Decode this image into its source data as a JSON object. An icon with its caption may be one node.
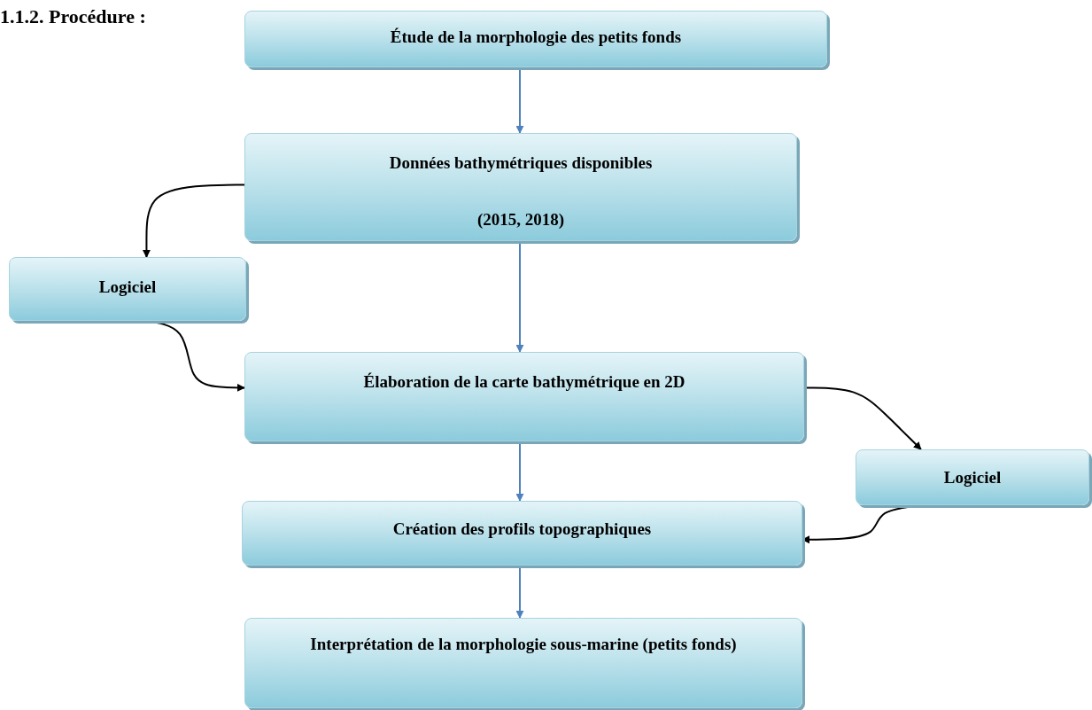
{
  "diagram": {
    "title": "1.1.2. Procédure :",
    "nodes": [
      {
        "text": [
          "Étude de la morphologie des petits fonds"
        ]
      },
      {
        "text": [
          "Données bathymétriques disponibles",
          "(2015, 2018)"
        ]
      },
      {
        "text": [
          "Logiciel"
        ]
      },
      {
        "text": [
          "Élaboration de la carte bathymétrique en 2D"
        ]
      },
      {
        "text": [
          "Logiciel"
        ]
      },
      {
        "text": [
          "Création des profils topographiques"
        ]
      },
      {
        "text": [
          "Interprétation de la morphologie sous-marine (petits fonds)"
        ]
      }
    ],
    "edges": [
      {
        "from": 0,
        "to": 1,
        "arrow": "to"
      },
      {
        "from": 1,
        "to": 2,
        "arrow": "to",
        "color": "#000000"
      },
      {
        "from": 1,
        "to": 3,
        "arrow": "to"
      },
      {
        "from": 2,
        "to": 3,
        "arrow": "to",
        "color": "#000000"
      },
      {
        "from": 3,
        "to": 4,
        "arrow": "to",
        "color": "#000000"
      },
      {
        "from": 3,
        "to": 5,
        "arrow": "to"
      },
      {
        "from": 4,
        "to": 5,
        "arrow": "to",
        "color": "#000000"
      },
      {
        "from": 5,
        "to": 6,
        "arrow": "to"
      }
    ]
  }
}
